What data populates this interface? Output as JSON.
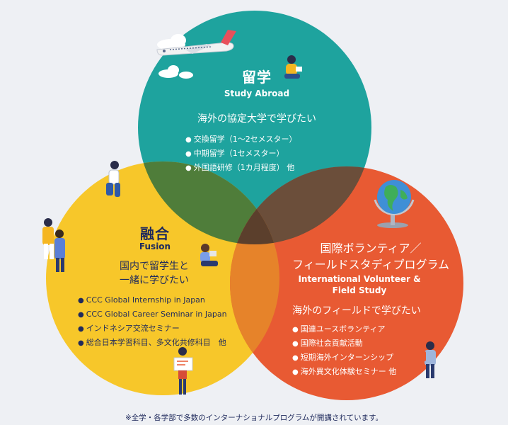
{
  "circles": {
    "study_abroad": {
      "title": "留学",
      "subtitle": "Study Abroad",
      "lead": "海外の協定大学で学びたい",
      "items": [
        "交換留学（1～2セメスター）",
        "中期留学（1セメスター）",
        "外国語研修（1カ月程度） 他"
      ],
      "color": "#1ea39e"
    },
    "fusion": {
      "title": "融合",
      "subtitle": "Fusion",
      "lead_line1": "国内で留学生と",
      "lead_line2": "一緒に学びたい",
      "items": [
        "CCC Global Internship in Japan",
        "CCC Global Career Seminar in Japan",
        "インドネシア交流セミナー",
        "総合日本学習科目、多文化共修科目　他"
      ],
      "color": "#f7c72a"
    },
    "volunteer": {
      "title_line1": "国際ボランティア／",
      "title_line2": "フィールドスタディプログラム",
      "subtitle_line1": "International Volunteer &",
      "subtitle_line2": "Field Study",
      "lead": "海外のフィールドで学びたい",
      "items": [
        "国連ユースボランティア",
        "国際社会貢献活動",
        "短期海外インターンシップ",
        "海外異文化体験セミナー 他"
      ],
      "color": "#e85a33"
    }
  },
  "footnote": "※全学・各学部で多数のインターナショナルプログラムが開講されています。"
}
